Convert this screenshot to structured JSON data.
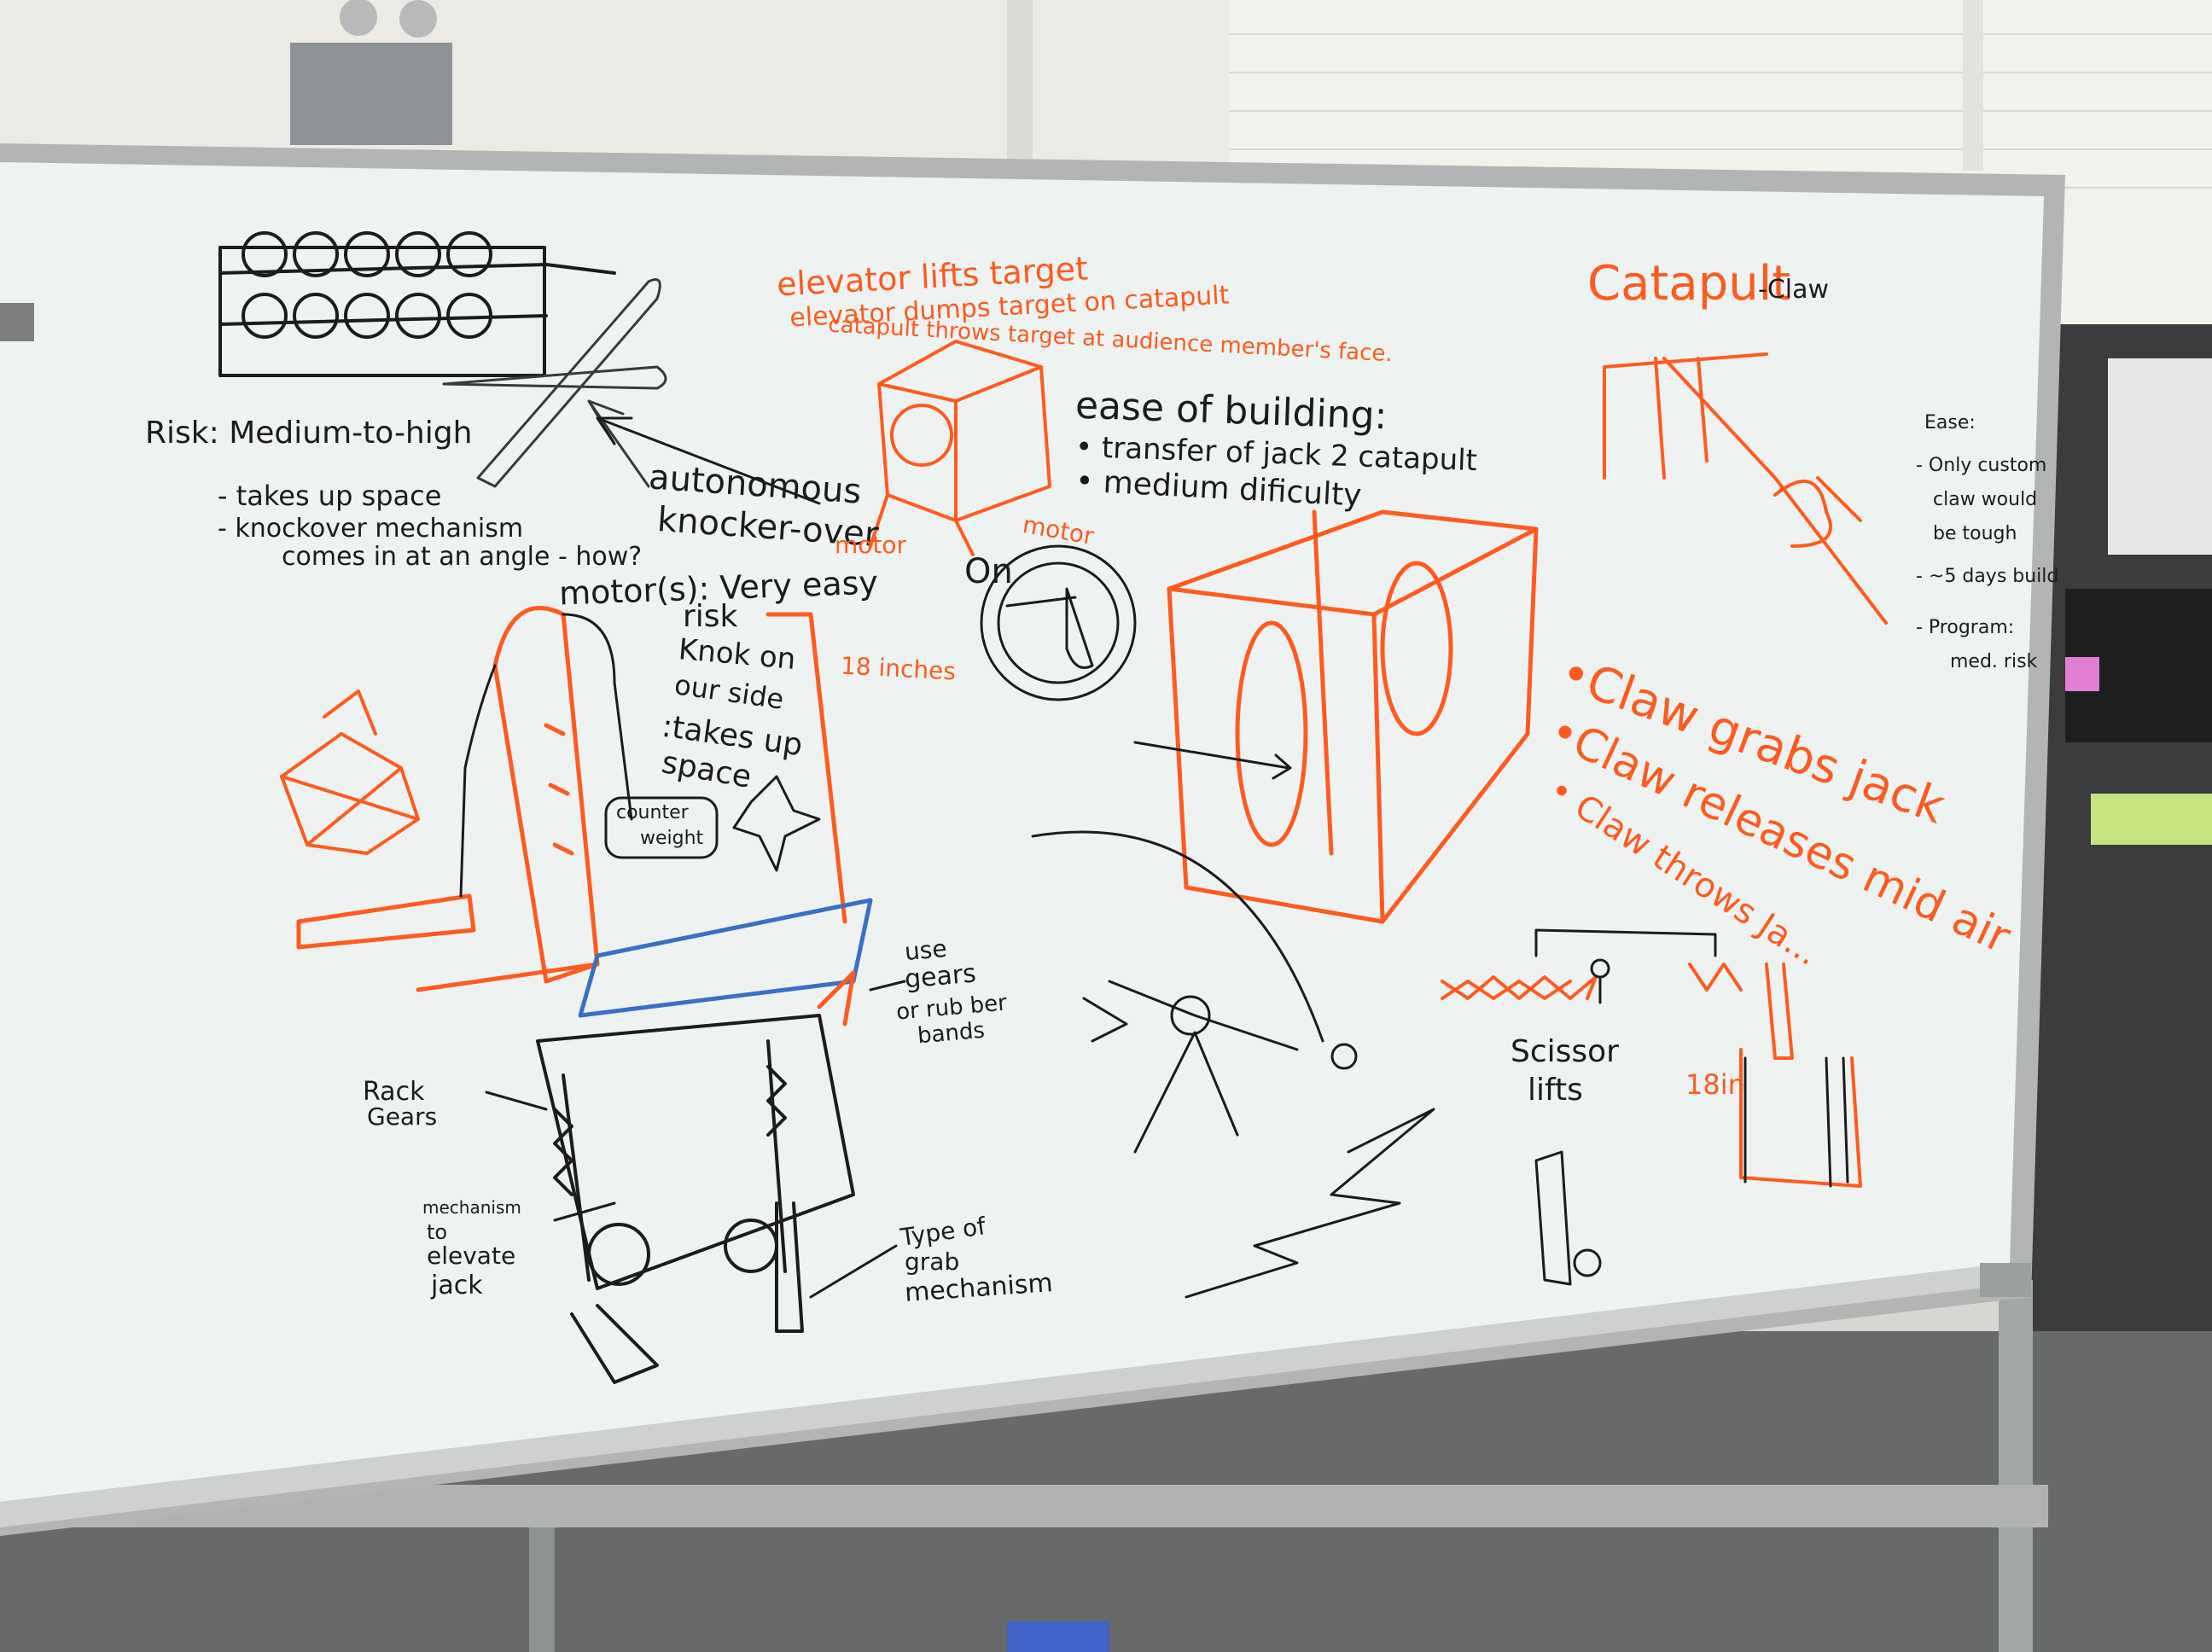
{
  "colors": {
    "black_marker": "#1c1c1c",
    "orange_marker": "#ff5a1f",
    "blue_marker": "#3a6fc4",
    "board": "#eef3f2",
    "frame": "#a8acac",
    "wall": "#f0f0ec",
    "floor": "#6a6c6a"
  },
  "notes": {
    "elevator_lifts": "elevator lifts target",
    "elevator_dumps": "elevator dumps target on catapult",
    "catapult_throws": "catapult throws target at audience member's face.",
    "catapult_title": "Catapult",
    "claw_dash": "-Claw",
    "ease_title": "ease of building:",
    "ease_transfer": "• transfer of jack 2 catapult",
    "ease_medium": "• medium dificulty",
    "risk": "Risk: Medium-to-high",
    "takes_space": "- takes up space",
    "knockover": "- knockover mechanism",
    "comes_angle": "comes in at an angle - how?",
    "autonomous": "autonomous",
    "knocker_over": "knocker-over",
    "motor_left": "motor",
    "motor_right": "motor",
    "on": "On",
    "motors_easy": "motor(s): Very easy",
    "risk_word": "risk",
    "knok": "Knok on",
    "our_side": "our side",
    "takes_up": ":takes up",
    "space": "space",
    "counter": "counter",
    "weight": "weight",
    "inches18": "18 inches",
    "use": "use",
    "gears": "gears",
    "or_rubber": "or rub ber",
    "bands": "bands",
    "rack": "Rack",
    "gears2": "Gears",
    "mechanism": "mechanism",
    "to": "to",
    "elevate": "elevate",
    "jack": "jack",
    "type_of": "Type of",
    "grab": "grab",
    "mechanism2": "mechanism",
    "claw_grabs": "•Claw grabs jack",
    "claw_releases": "•Claw releases mid air",
    "claw_throws": "• Claw throws Ja...",
    "scissor": "Scissor",
    "lifts": "lifts",
    "inches18b": "18in",
    "ease_right": "Ease:",
    "only_custom": "- Only custom",
    "claw_would": "claw would",
    "be_tough": "be tough",
    "days_build": "- ~5 days build",
    "program": "- Program:",
    "med_risk": "med. risk"
  }
}
